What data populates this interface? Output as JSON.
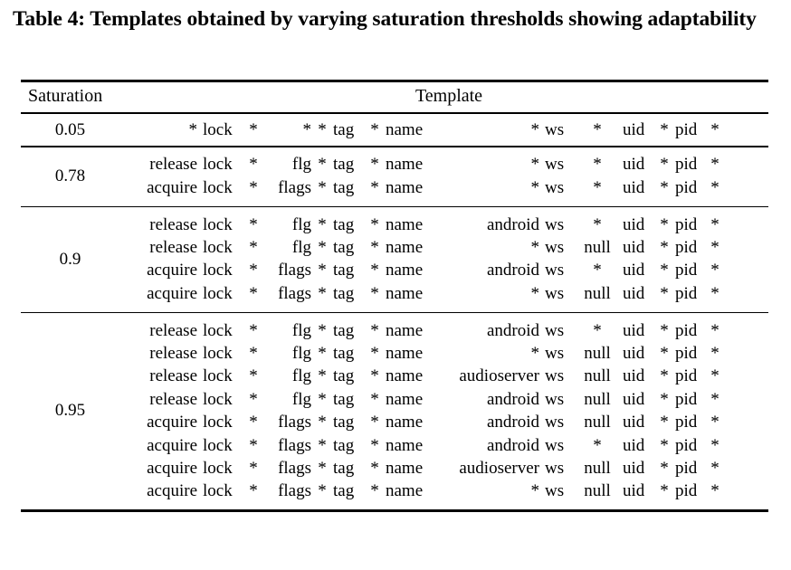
{
  "caption": "Table 4: Templates obtained by varying saturation thresholds showing adaptability",
  "table": {
    "columns": {
      "saturation_header": "Saturation",
      "template_header": "Template"
    },
    "groups": [
      {
        "saturation": "0.05",
        "rows": [
          {
            "verb": "*",
            "lock": "lock",
            "star1": "*",
            "flags": "*",
            "star2": "*",
            "tag": "tag",
            "star3": "*",
            "name": "name",
            "pkg": "*",
            "ws": "ws",
            "nullcol": "*",
            "uid": "uid",
            "star4": "*",
            "pid": "pid",
            "star5": "*"
          }
        ]
      },
      {
        "saturation": "0.78",
        "rows": [
          {
            "verb": "release",
            "lock": "lock",
            "star1": "*",
            "flags": "flg",
            "star2": "*",
            "tag": "tag",
            "star3": "*",
            "name": "name",
            "pkg": "*",
            "ws": "ws",
            "nullcol": "*",
            "uid": "uid",
            "star4": "*",
            "pid": "pid",
            "star5": "*"
          },
          {
            "verb": "acquire",
            "lock": "lock",
            "star1": "*",
            "flags": "flags",
            "star2": "*",
            "tag": "tag",
            "star3": "*",
            "name": "name",
            "pkg": "*",
            "ws": "ws",
            "nullcol": "*",
            "uid": "uid",
            "star4": "*",
            "pid": "pid",
            "star5": "*"
          }
        ]
      },
      {
        "saturation": "0.9",
        "rows": [
          {
            "verb": "release",
            "lock": "lock",
            "star1": "*",
            "flags": "flg",
            "star2": "*",
            "tag": "tag",
            "star3": "*",
            "name": "name",
            "pkg": "android",
            "ws": "ws",
            "nullcol": "*",
            "uid": "uid",
            "star4": "*",
            "pid": "pid",
            "star5": "*"
          },
          {
            "verb": "release",
            "lock": "lock",
            "star1": "*",
            "flags": "flg",
            "star2": "*",
            "tag": "tag",
            "star3": "*",
            "name": "name",
            "pkg": "*",
            "ws": "ws",
            "nullcol": "null",
            "uid": "uid",
            "star4": "*",
            "pid": "pid",
            "star5": "*"
          },
          {
            "verb": "acquire",
            "lock": "lock",
            "star1": "*",
            "flags": "flags",
            "star2": "*",
            "tag": "tag",
            "star3": "*",
            "name": "name",
            "pkg": "android",
            "ws": "ws",
            "nullcol": "*",
            "uid": "uid",
            "star4": "*",
            "pid": "pid",
            "star5": "*"
          },
          {
            "verb": "acquire",
            "lock": "lock",
            "star1": "*",
            "flags": "flags",
            "star2": "*",
            "tag": "tag",
            "star3": "*",
            "name": "name",
            "pkg": "*",
            "ws": "ws",
            "nullcol": "null",
            "uid": "uid",
            "star4": "*",
            "pid": "pid",
            "star5": "*"
          }
        ]
      },
      {
        "saturation": "0.95",
        "rows": [
          {
            "verb": "release",
            "lock": "lock",
            "star1": "*",
            "flags": "flg",
            "star2": "*",
            "tag": "tag",
            "star3": "*",
            "name": "name",
            "pkg": "android",
            "ws": "ws",
            "nullcol": "*",
            "uid": "uid",
            "star4": "*",
            "pid": "pid",
            "star5": "*"
          },
          {
            "verb": "release",
            "lock": "lock",
            "star1": "*",
            "flags": "flg",
            "star2": "*",
            "tag": "tag",
            "star3": "*",
            "name": "name",
            "pkg": "*",
            "ws": "ws",
            "nullcol": "null",
            "uid": "uid",
            "star4": "*",
            "pid": "pid",
            "star5": "*"
          },
          {
            "verb": "release",
            "lock": "lock",
            "star1": "*",
            "flags": "flg",
            "star2": "*",
            "tag": "tag",
            "star3": "*",
            "name": "name",
            "pkg": "audioserver",
            "ws": "ws",
            "nullcol": "null",
            "uid": "uid",
            "star4": "*",
            "pid": "pid",
            "star5": "*"
          },
          {
            "verb": "release",
            "lock": "lock",
            "star1": "*",
            "flags": "flg",
            "star2": "*",
            "tag": "tag",
            "star3": "*",
            "name": "name",
            "pkg": "android",
            "ws": "ws",
            "nullcol": "null",
            "uid": "uid",
            "star4": "*",
            "pid": "pid",
            "star5": "*"
          },
          {
            "verb": "acquire",
            "lock": "lock",
            "star1": "*",
            "flags": "flags",
            "star2": "*",
            "tag": "tag",
            "star3": "*",
            "name": "name",
            "pkg": "android",
            "ws": "ws",
            "nullcol": "null",
            "uid": "uid",
            "star4": "*",
            "pid": "pid",
            "star5": "*"
          },
          {
            "verb": "acquire",
            "lock": "lock",
            "star1": "*",
            "flags": "flags",
            "star2": "*",
            "tag": "tag",
            "star3": "*",
            "name": "name",
            "pkg": "android",
            "ws": "ws",
            "nullcol": "*",
            "uid": "uid",
            "star4": "*",
            "pid": "pid",
            "star5": "*"
          },
          {
            "verb": "acquire",
            "lock": "lock",
            "star1": "*",
            "flags": "flags",
            "star2": "*",
            "tag": "tag",
            "star3": "*",
            "name": "name",
            "pkg": "audioserver",
            "ws": "ws",
            "nullcol": "null",
            "uid": "uid",
            "star4": "*",
            "pid": "pid",
            "star5": "*"
          },
          {
            "verb": "acquire",
            "lock": "lock",
            "star1": "*",
            "flags": "flags",
            "star2": "*",
            "tag": "tag",
            "star3": "*",
            "name": "name",
            "pkg": "*",
            "ws": "ws",
            "nullcol": "null",
            "uid": "uid",
            "star4": "*",
            "pid": "pid",
            "star5": "*"
          }
        ]
      }
    ]
  }
}
